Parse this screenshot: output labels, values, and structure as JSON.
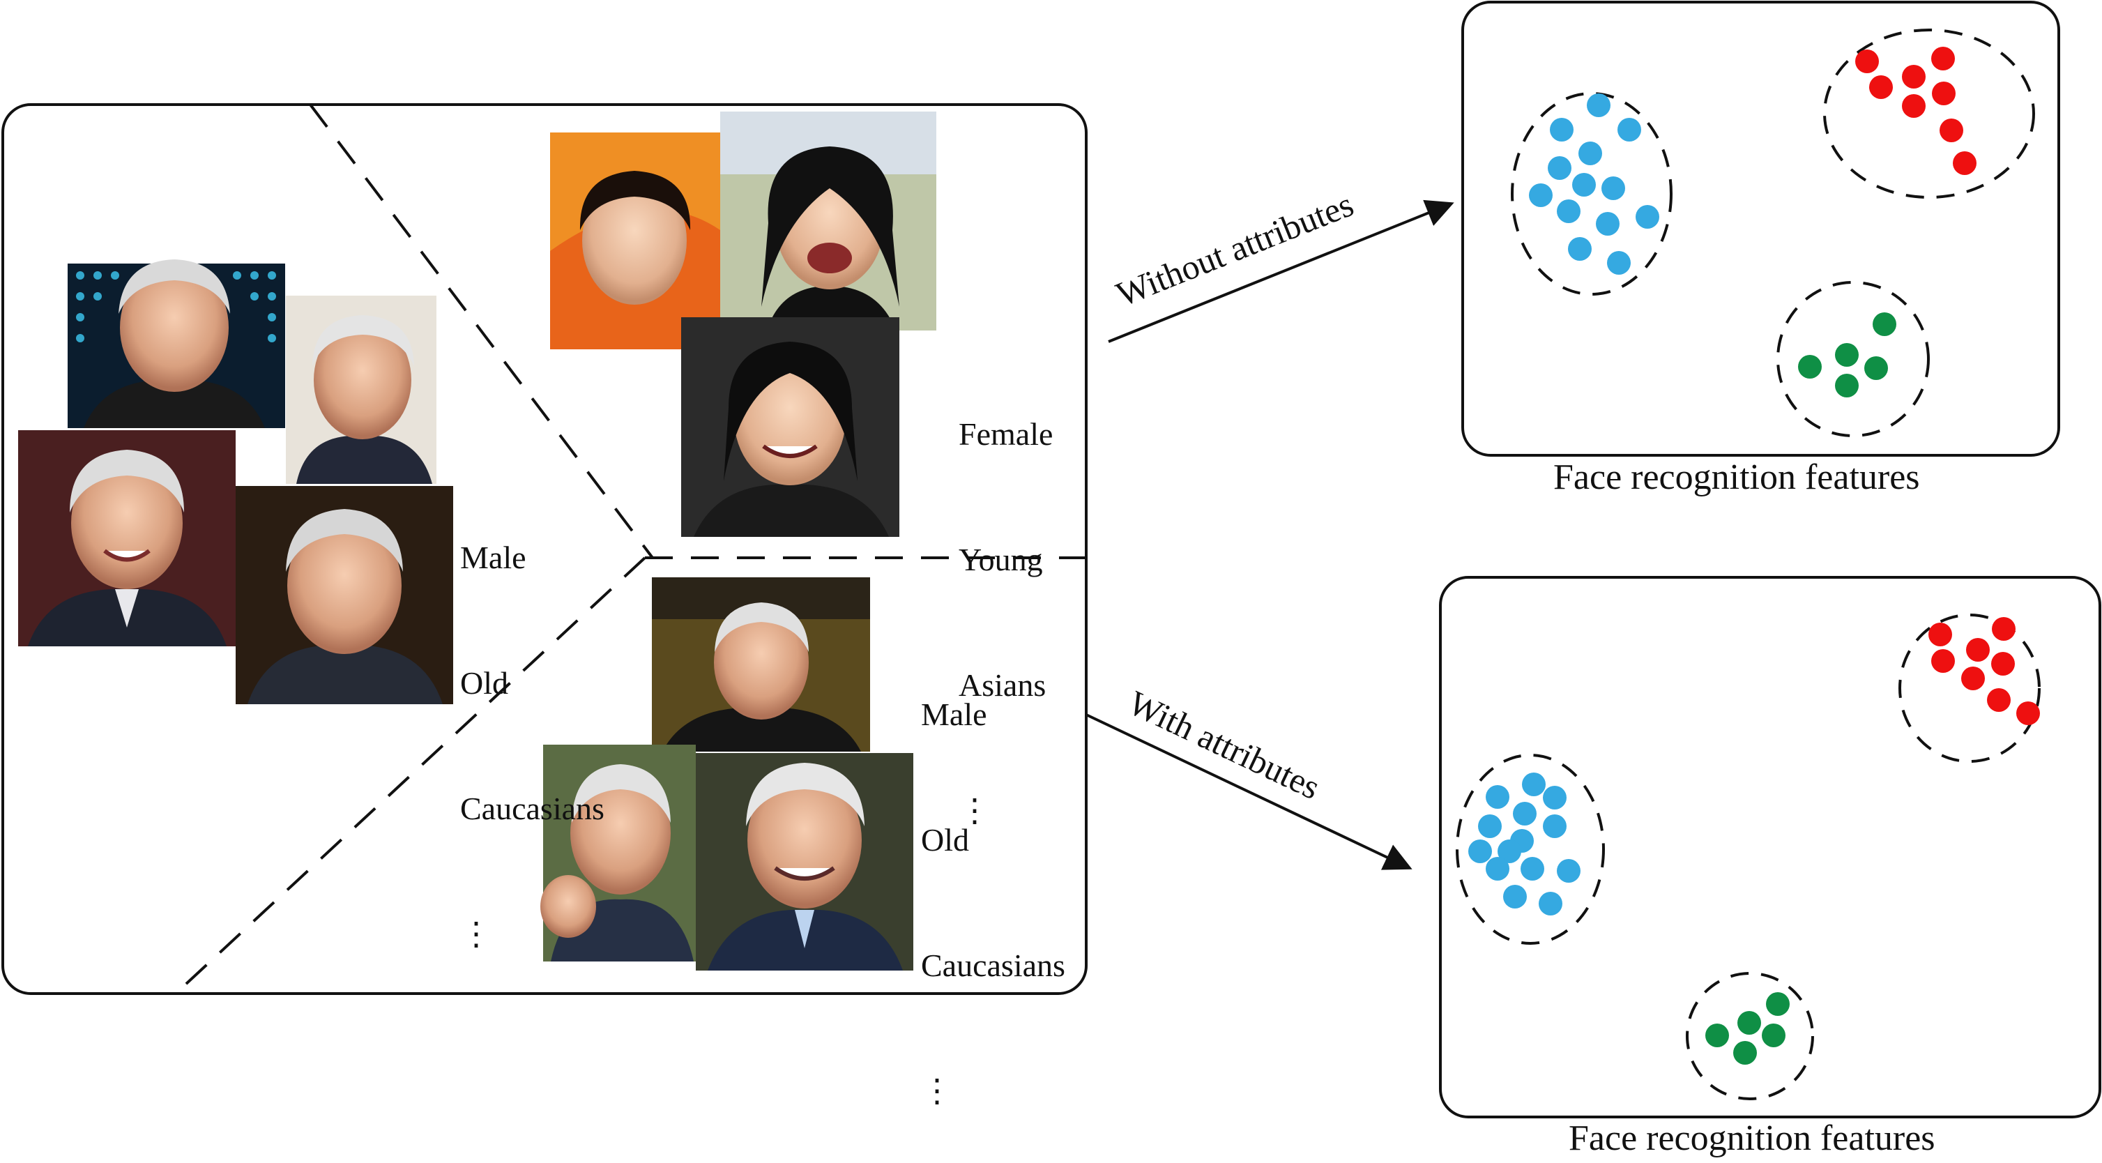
{
  "groups": {
    "caucasian_left": {
      "lines": [
        "Male",
        "Old",
        "Caucasians",
        "⋮"
      ]
    },
    "asian": {
      "lines": [
        "Female",
        "Young",
        "Asians",
        "⋮"
      ]
    },
    "caucasian_right": {
      "lines": [
        "Male",
        "Old",
        "Caucasians",
        "⋮"
      ]
    }
  },
  "arrows": {
    "top": {
      "label": "Without attributes"
    },
    "bottom": {
      "label": "With attributes"
    }
  },
  "panels": {
    "top": {
      "caption": "Face recognition features"
    },
    "bottom": {
      "caption": "Face recognition features"
    }
  },
  "colors": {
    "blue_cluster": "#35a9e1",
    "red_cluster": "#ee1010",
    "green_cluster": "#0f8f45",
    "outline": "#111111"
  }
}
